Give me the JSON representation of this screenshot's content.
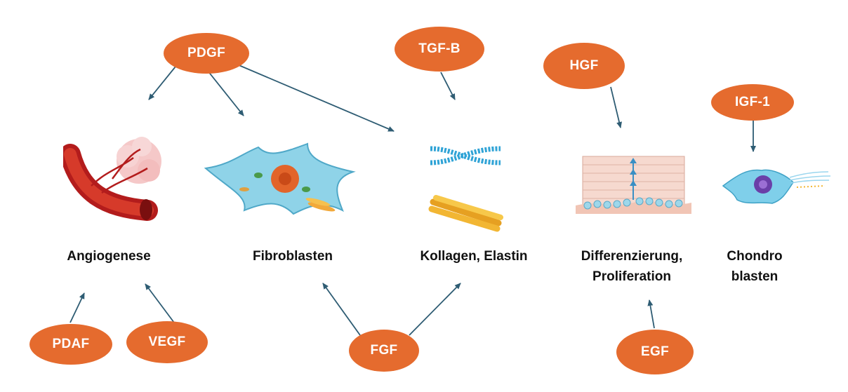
{
  "colors": {
    "factor_fill": "#E56B2E",
    "arrow": "#2E5C73",
    "text": "#111111"
  },
  "factors": {
    "pdgf": "PDGF",
    "tgfb": "TGF-B",
    "hgf": "HGF",
    "igf1": "IGF-1",
    "pdaf": "PDAF",
    "vegf": "VEGF",
    "fgf": "FGF",
    "egf": "EGF"
  },
  "targets": {
    "angiogenese": "Angiogenese",
    "fibroblasten": "Fibroblasten",
    "kollagen": "Kollagen, Elastin",
    "differenzierung_line1": "Differenzierung,",
    "differenzierung_line2": "Proliferation",
    "chondro_line1": "Chondro",
    "chondro_line2": "blasten"
  }
}
